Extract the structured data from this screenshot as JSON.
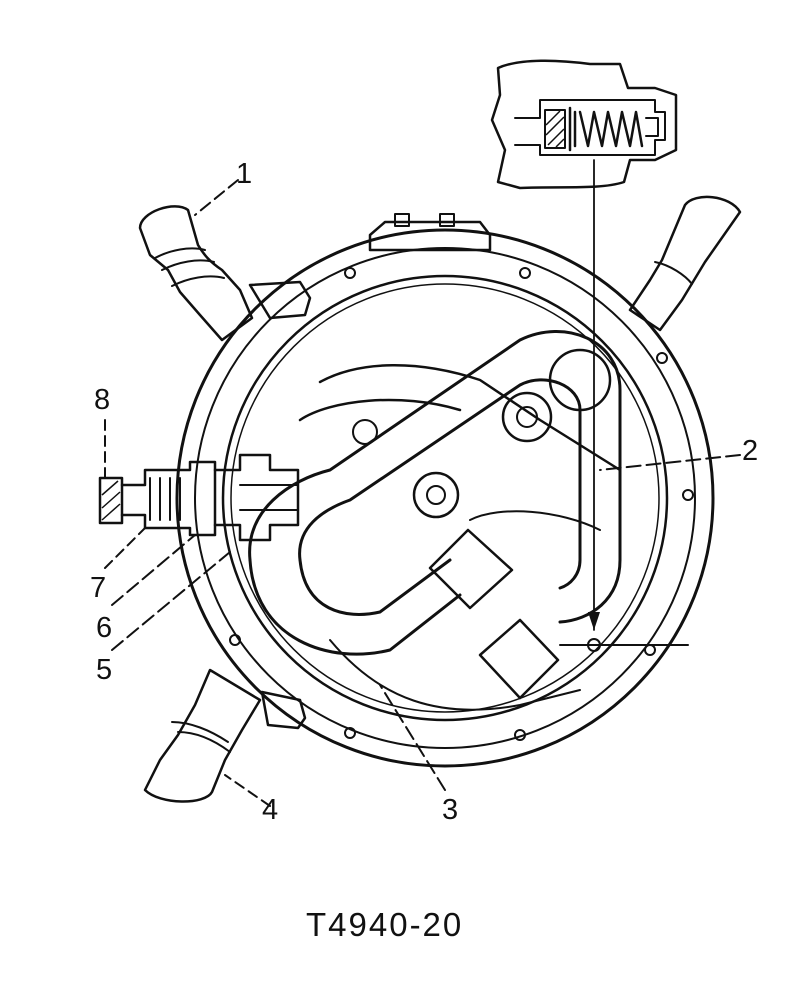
{
  "callouts": {
    "c1": "1",
    "c2": "2",
    "c3": "3",
    "c4": "4",
    "c5": "5",
    "c6": "6",
    "c7": "7",
    "c8": "8"
  },
  "figure_id": "T4940-20"
}
